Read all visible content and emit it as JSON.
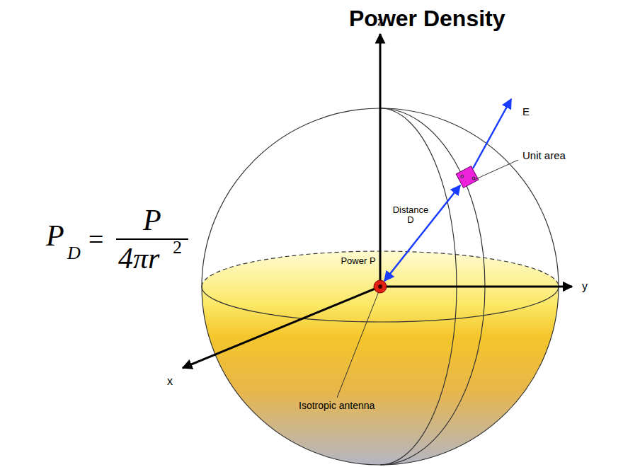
{
  "diagram": {
    "title": "Power Density",
    "labels": [
      "z",
      "E",
      "Unit area",
      "Distance D",
      "P",
      "D",
      "=",
      "P",
      "4πr",
      "2",
      "Power P",
      "y",
      "x",
      "Isotropic antenna"
    ]
  }
}
